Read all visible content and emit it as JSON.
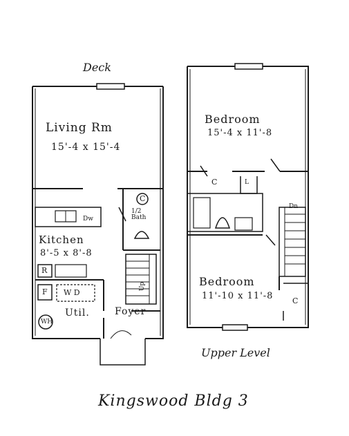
{
  "title": "Kingswood Bldg 3",
  "lower_level": {
    "deck_label": "Deck",
    "living_room": {
      "name": "Living Rm",
      "dims": "15'-4 x 15'-4"
    },
    "kitchen": {
      "name": "Kitchen",
      "dims": "8'-5 x 8'-8"
    },
    "dw_label": "Dw",
    "closet_label": "C",
    "half_bath_label": "1/2 Bath",
    "range_label": "R",
    "fridge_label": "F",
    "washer_dryer_label": "W D",
    "util_label": "Util.",
    "wh_label": "WH",
    "foyer_label": "Foyer",
    "stair_label": "Up"
  },
  "upper_level": {
    "caption": "Upper Level",
    "bedroom_1": {
      "name": "Bedroom",
      "dims": "15'-4 x 11'-8"
    },
    "bedroom_2": {
      "name": "Bedroom",
      "dims": "11'-10 x 11'-8"
    },
    "closet_label_1": "C",
    "closet_label_2": "C",
    "linen_label": "L",
    "stair_label": "Dn"
  }
}
